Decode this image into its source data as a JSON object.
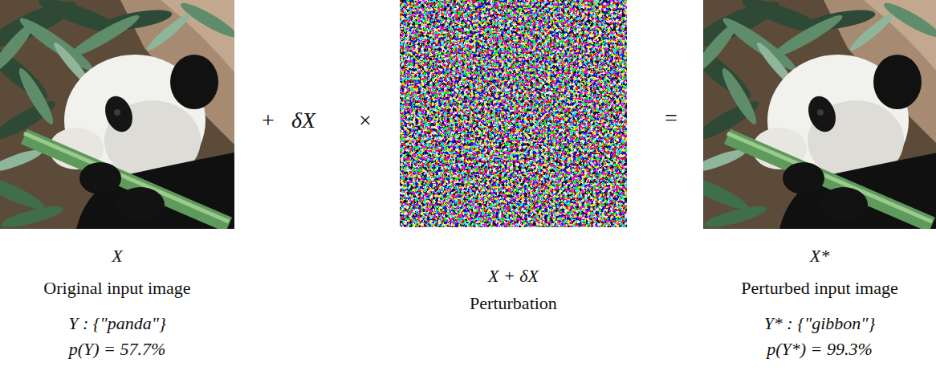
{
  "diagram": {
    "nodes": [
      {
        "text": [
          "X",
          "Original input image",
          "Y : {\"panda\"}",
          "p(Y) = 57.7%"
        ]
      },
      {
        "text": [
          "X + δX",
          "Perturbation"
        ]
      },
      {
        "text": [
          "X*",
          "Perturbed input image",
          "Y* : {\"gibbon\"}",
          "p(Y*) = 99.3%"
        ]
      }
    ],
    "labels": [
      "+",
      "δX",
      "×",
      "="
    ]
  }
}
